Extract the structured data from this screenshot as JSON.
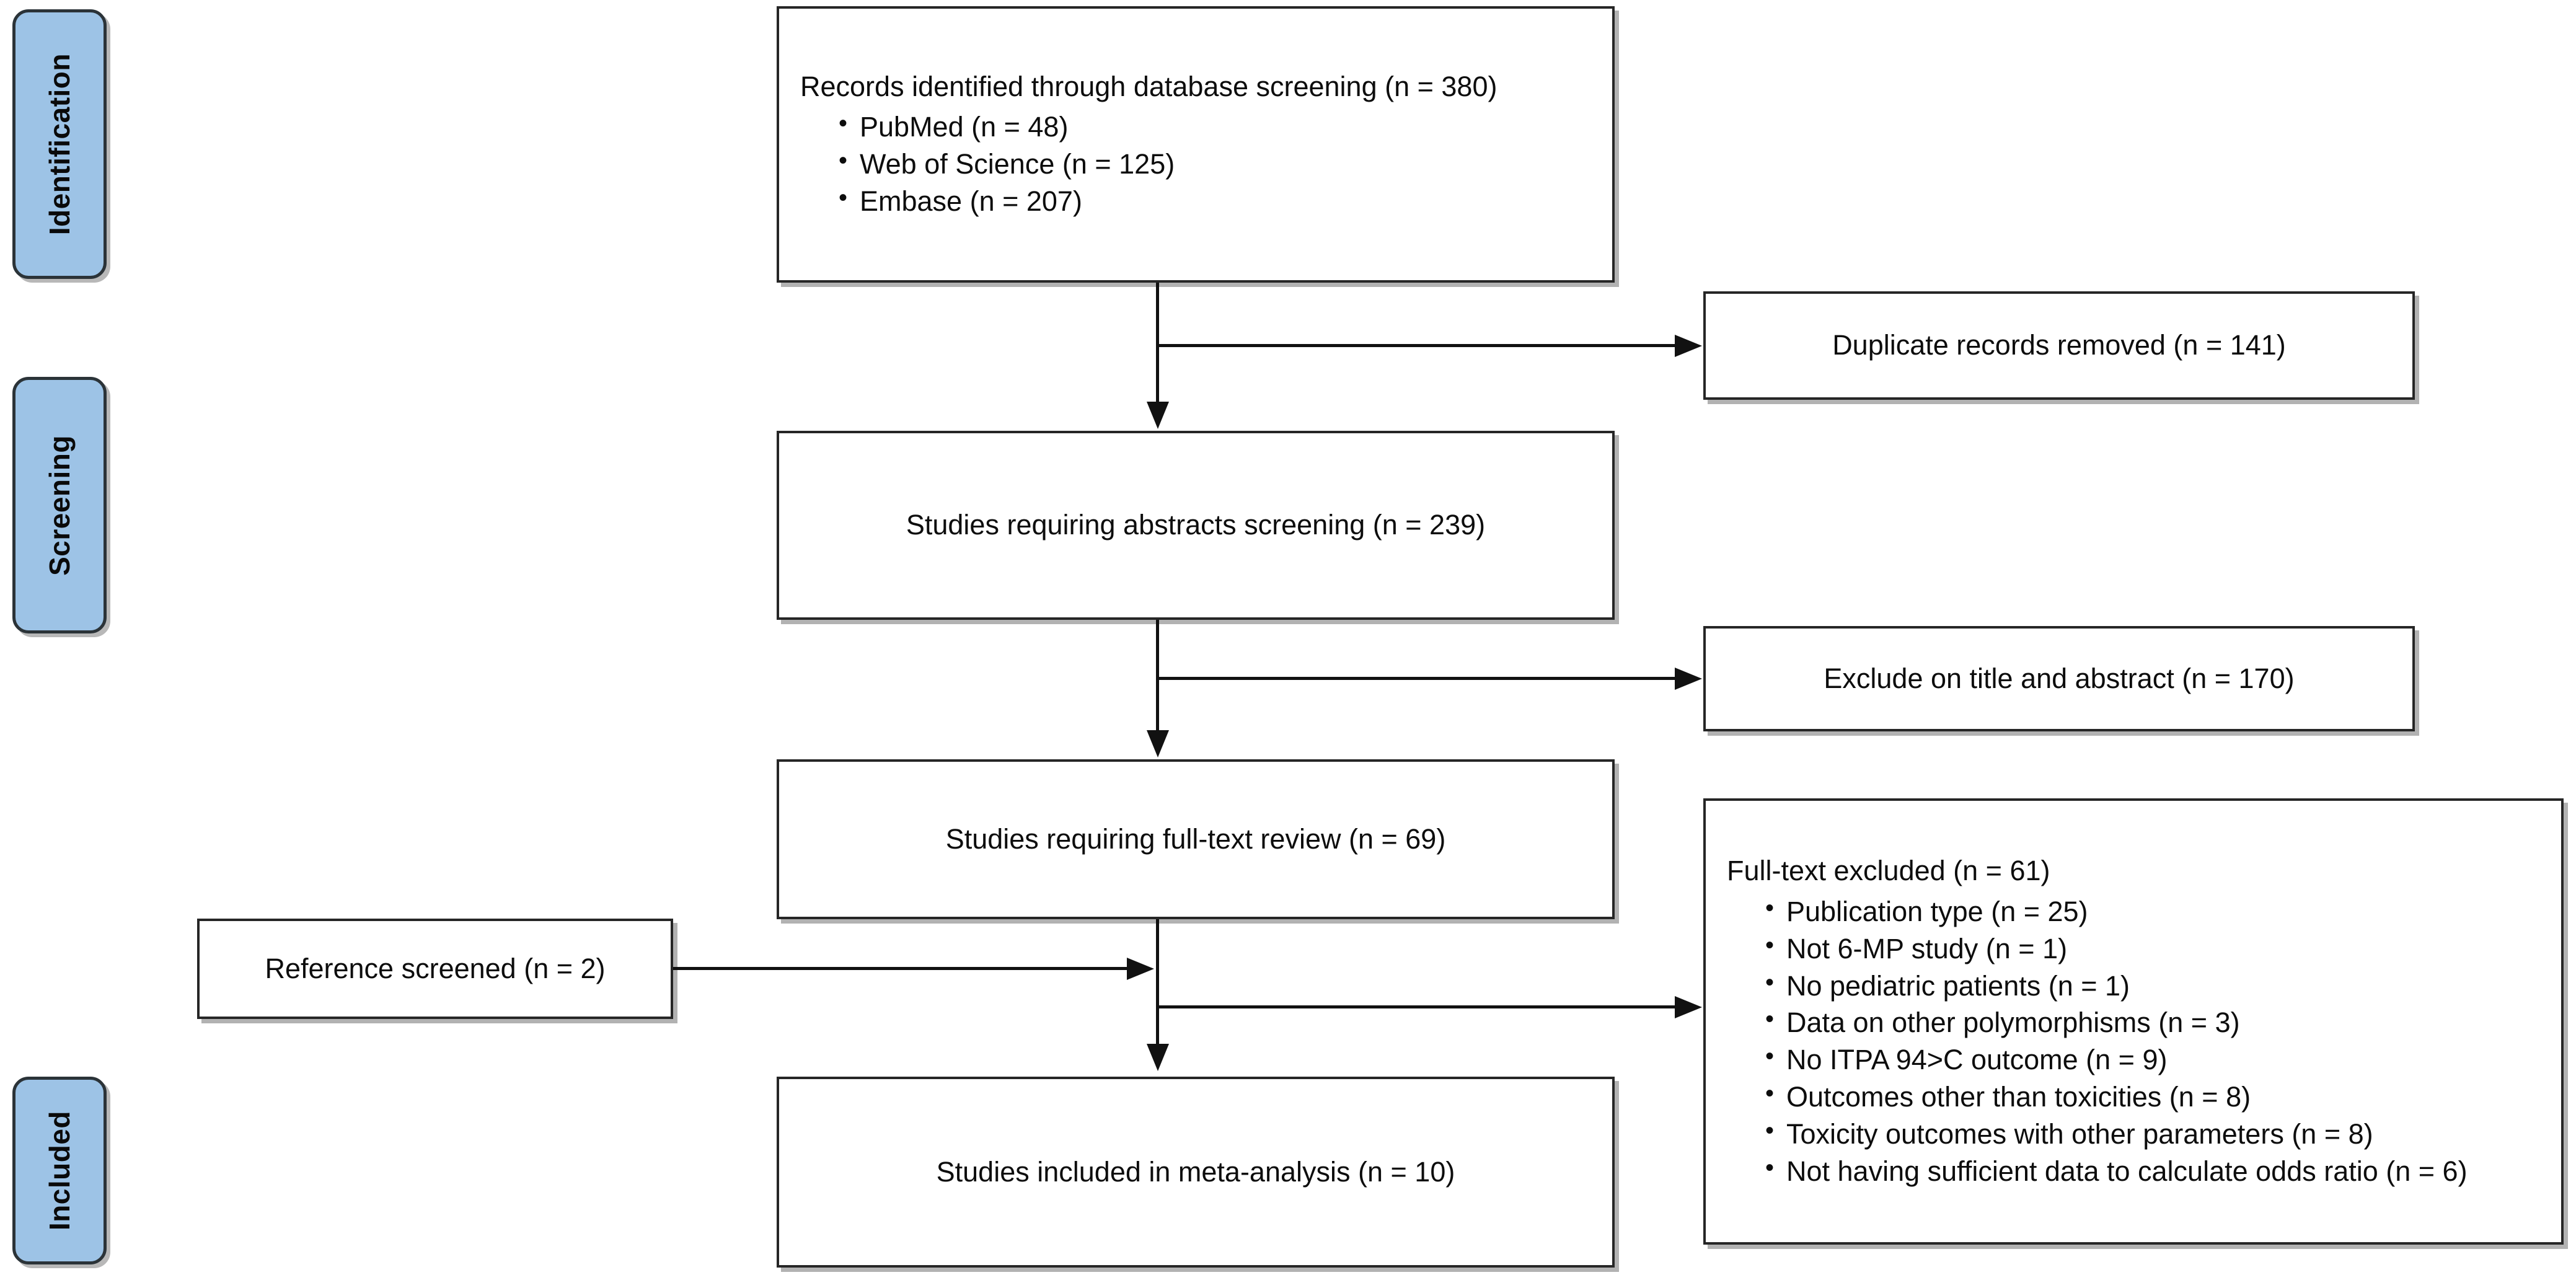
{
  "diagram": {
    "title": "PRISMA study selection flow diagram",
    "accent_blue": "#9DC3E6",
    "line_color": "#111111"
  },
  "stages": [
    {
      "id": "identification",
      "label": "Identification"
    },
    {
      "id": "screening",
      "label": "Screening"
    },
    {
      "id": "included",
      "label": "Included"
    }
  ],
  "main_nodes": [
    {
      "id": "records-identified",
      "title": "Records identified through database screening (n = 380)",
      "bullets": [
        "PubMed (n = 48)",
        "Web of Science (n = 125)",
        "Embase  (n = 207)"
      ]
    },
    {
      "id": "abstracts-screening",
      "title": "Studies requiring abstracts screening (n = 239)",
      "bullets": []
    },
    {
      "id": "full-text-review",
      "title": "Studies requiring full-text review (n = 69)",
      "bullets": []
    },
    {
      "id": "studies-included",
      "title": "Studies included in meta-analysis (n = 10)",
      "bullets": []
    }
  ],
  "side_nodes": [
    {
      "id": "duplicates-removed",
      "title": "Duplicate records removed  (n = 141)",
      "bullets": []
    },
    {
      "id": "excluded-title-abstract",
      "title": "Exclude on title and abstract (n = 170)",
      "bullets": []
    },
    {
      "id": "full-text-excluded",
      "title": "Full-text excluded (n = 61)",
      "bullets": [
        "Publication type (n = 25)",
        "Not 6-MP study (n = 1)",
        "No pediatric patients (n = 1)",
        "Data on other polymorphisms (n = 3)",
        "No ITPA 94>C outcome (n = 9)",
        "Outcomes other than toxicities (n = 8)",
        "Toxicity outcomes with other parameters (n = 8)",
        "Not having sufficient data to calculate odds ratio (n = 6)"
      ]
    }
  ],
  "left_node": {
    "id": "reference-screened",
    "title": "Reference screened (n = 2)",
    "bullets": []
  },
  "chart_data": {
    "type": "flowchart",
    "title": "PRISMA study selection flow diagram",
    "stages": [
      "Identification",
      "Screening",
      "Included"
    ],
    "counts": {
      "records_identified_total": 380,
      "pubmed": 48,
      "web_of_science": 125,
      "embase": 207,
      "duplicates_removed": 141,
      "abstracts_screening": 239,
      "excluded_title_abstract": 170,
      "full_text_review": 69,
      "reference_screened": 2,
      "full_text_excluded_total": 61,
      "excluded_publication_type": 25,
      "excluded_not_6mp_study": 1,
      "excluded_no_pediatric_patients": 1,
      "excluded_other_polymorphisms": 3,
      "excluded_no_itpa_94c_outcome": 9,
      "excluded_outcomes_other_than_toxicities": 8,
      "excluded_toxicity_other_parameters": 8,
      "excluded_insufficient_data_odds_ratio": 6,
      "studies_included_meta_analysis": 10
    }
  }
}
